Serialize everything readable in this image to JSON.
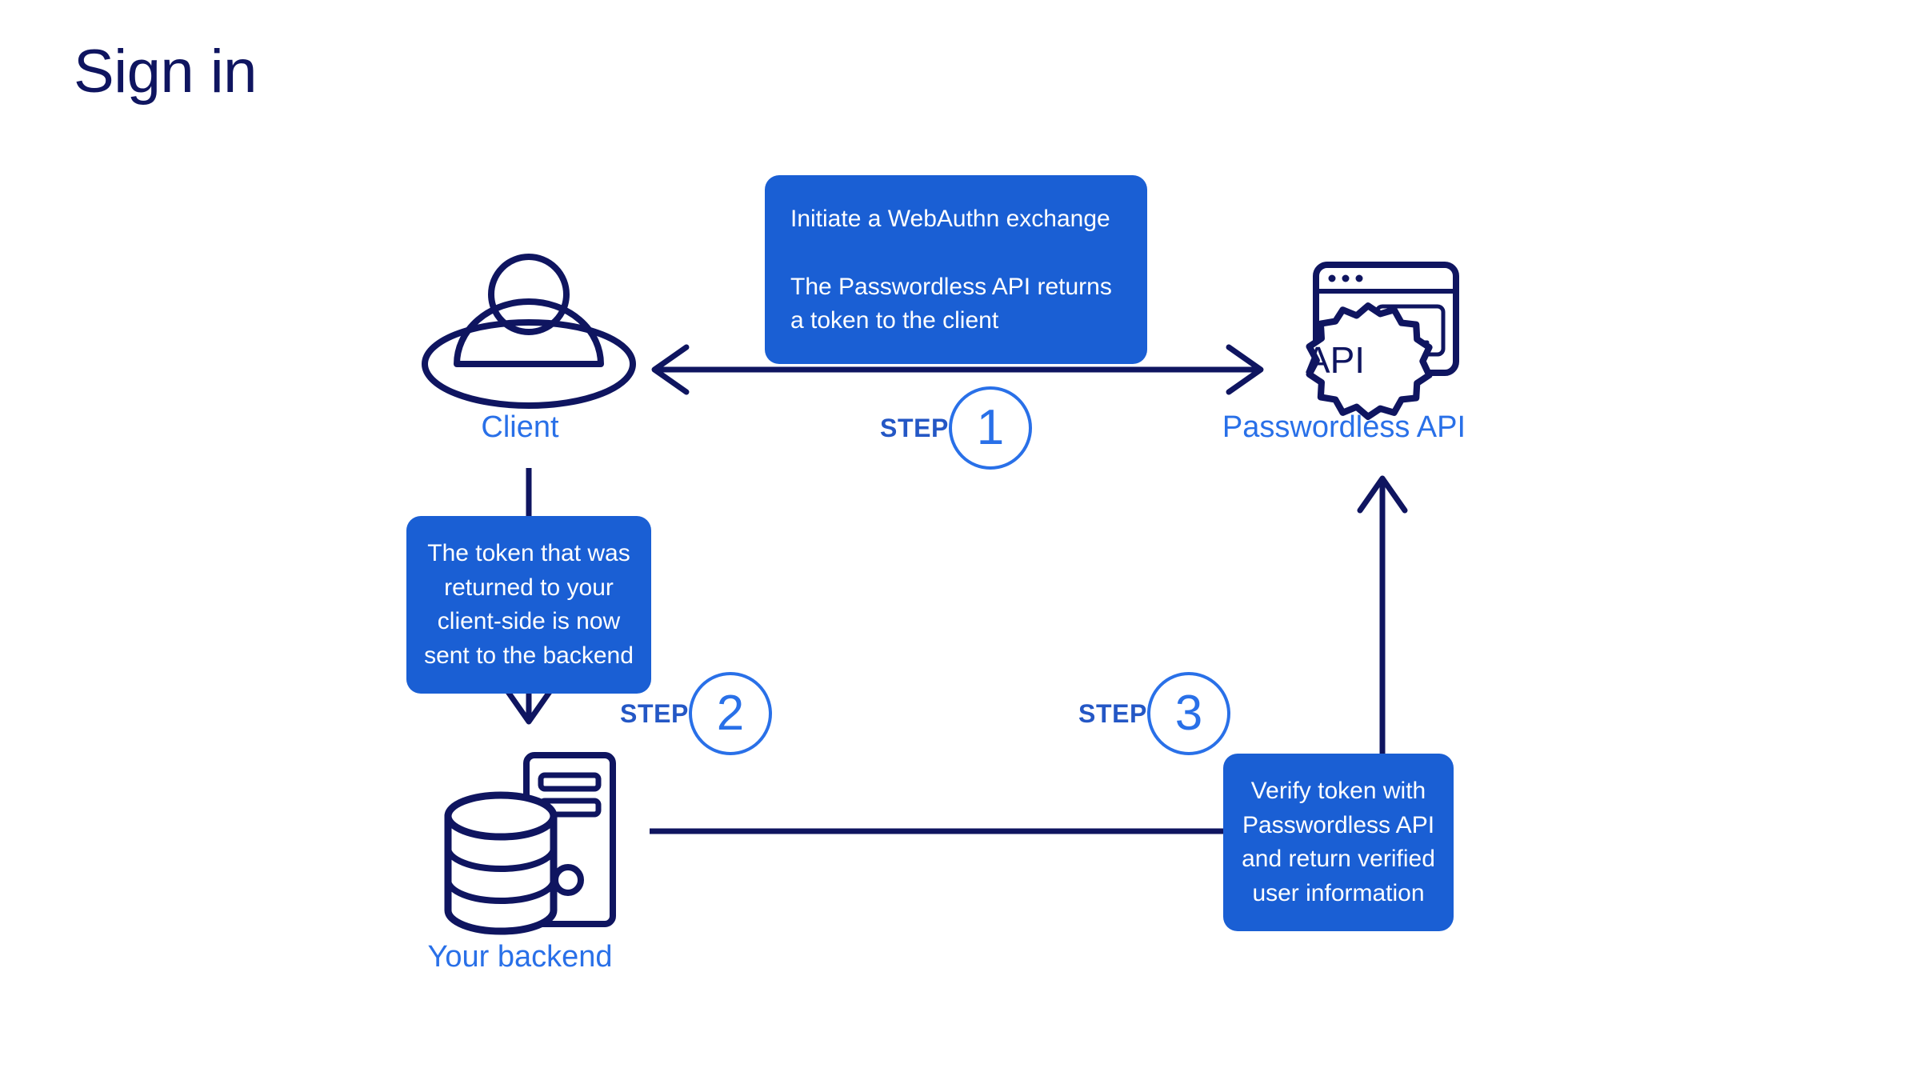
{
  "page": {
    "title": "Sign in",
    "background_color": "#ffffff",
    "navy": "#0f1560",
    "accent_blue": "#2970e8",
    "bubble_blue": "#1a5fd4"
  },
  "nodes": [
    {
      "id": "client",
      "label": "Client",
      "icon": "user-avatar-icon"
    },
    {
      "id": "api",
      "label": "Passwordless API",
      "icon": "api-gear-terminal-icon",
      "icon_text": "API"
    },
    {
      "id": "backend",
      "label": "Your backend",
      "icon": "server-database-icon"
    }
  ],
  "callouts": {
    "one": {
      "line_1": "Initiate a WebAuthn exchange",
      "line_2": "The Passwordless API returns a token to the client"
    },
    "two": {
      "text": "The token that was returned to your client-side is now sent to the backend"
    },
    "three": {
      "text": "Verify token with Passwordless API and return verified user information"
    }
  },
  "steps": [
    {
      "word": "STEP",
      "number": "1"
    },
    {
      "word": "STEP",
      "number": "2"
    },
    {
      "word": "STEP",
      "number": "3"
    }
  ],
  "connectors": [
    {
      "name": "client-api-bidirectional-arrow",
      "from": "client",
      "to": "api",
      "style": "double-arrow"
    },
    {
      "name": "client-backend-arrow",
      "from": "client",
      "to": "backend",
      "style": "arrow-down"
    },
    {
      "name": "backend-verify-line",
      "from": "backend",
      "to": "callout-three",
      "style": "plain-line"
    },
    {
      "name": "verify-api-arrow",
      "from": "callout-three",
      "to": "api",
      "style": "arrow-up"
    }
  ]
}
